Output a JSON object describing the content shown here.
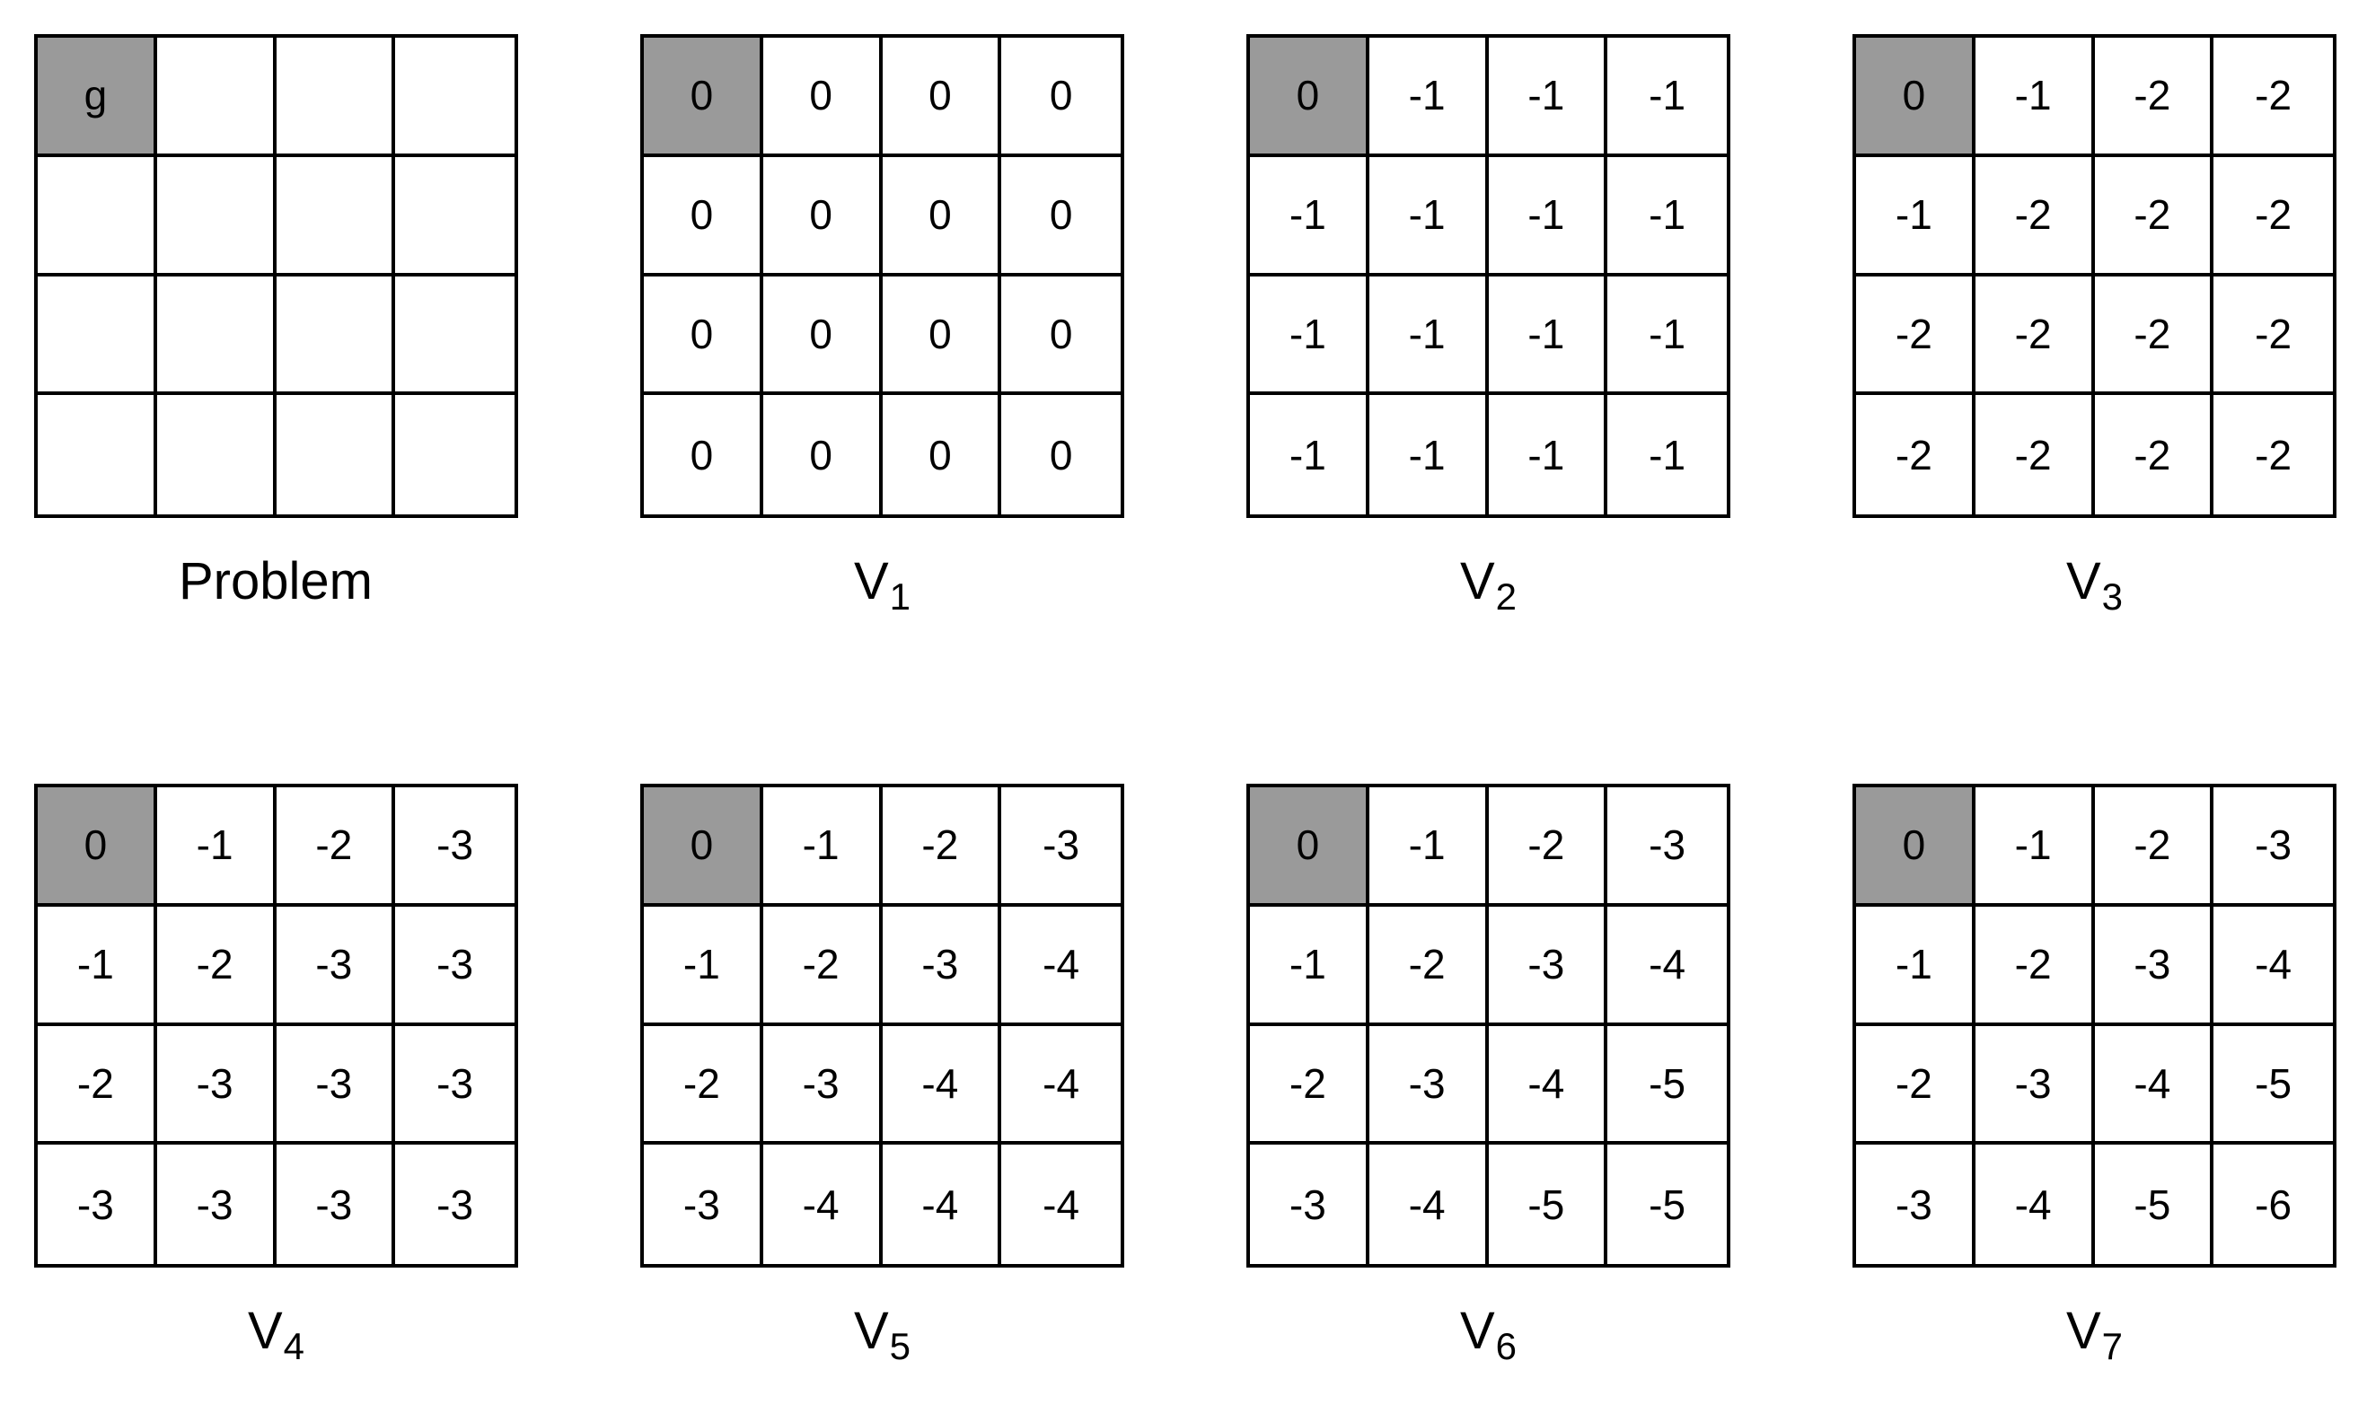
{
  "figure": {
    "colors": {
      "goal_cell": "#9a9a9a",
      "grid_line": "#000000",
      "background": "#ffffff",
      "text": "#000000"
    }
  },
  "grids": [
    {
      "name": "problem",
      "label": "Problem",
      "subscript": "",
      "goal_row": 0,
      "goal_col": 0,
      "cells": [
        [
          "g",
          "",
          "",
          ""
        ],
        [
          "",
          "",
          "",
          ""
        ],
        [
          "",
          "",
          "",
          ""
        ],
        [
          "",
          "",
          "",
          ""
        ]
      ]
    },
    {
      "name": "v1",
      "label": "V",
      "subscript": "1",
      "goal_row": 0,
      "goal_col": 0,
      "cells": [
        [
          "0",
          "0",
          "0",
          "0"
        ],
        [
          "0",
          "0",
          "0",
          "0"
        ],
        [
          "0",
          "0",
          "0",
          "0"
        ],
        [
          "0",
          "0",
          "0",
          "0"
        ]
      ]
    },
    {
      "name": "v2",
      "label": "V",
      "subscript": "2",
      "goal_row": 0,
      "goal_col": 0,
      "cells": [
        [
          "0",
          "-1",
          "-1",
          "-1"
        ],
        [
          "-1",
          "-1",
          "-1",
          "-1"
        ],
        [
          "-1",
          "-1",
          "-1",
          "-1"
        ],
        [
          "-1",
          "-1",
          "-1",
          "-1"
        ]
      ]
    },
    {
      "name": "v3",
      "label": "V",
      "subscript": "3",
      "goal_row": 0,
      "goal_col": 0,
      "cells": [
        [
          "0",
          "-1",
          "-2",
          "-2"
        ],
        [
          "-1",
          "-2",
          "-2",
          "-2"
        ],
        [
          "-2",
          "-2",
          "-2",
          "-2"
        ],
        [
          "-2",
          "-2",
          "-2",
          "-2"
        ]
      ]
    },
    {
      "name": "v4",
      "label": "V",
      "subscript": "4",
      "goal_row": 0,
      "goal_col": 0,
      "cells": [
        [
          "0",
          "-1",
          "-2",
          "-3"
        ],
        [
          "-1",
          "-2",
          "-3",
          "-3"
        ],
        [
          "-2",
          "-3",
          "-3",
          "-3"
        ],
        [
          "-3",
          "-3",
          "-3",
          "-3"
        ]
      ]
    },
    {
      "name": "v5",
      "label": "V",
      "subscript": "5",
      "goal_row": 0,
      "goal_col": 0,
      "cells": [
        [
          "0",
          "-1",
          "-2",
          "-3"
        ],
        [
          "-1",
          "-2",
          "-3",
          "-4"
        ],
        [
          "-2",
          "-3",
          "-4",
          "-4"
        ],
        [
          "-3",
          "-4",
          "-4",
          "-4"
        ]
      ]
    },
    {
      "name": "v6",
      "label": "V",
      "subscript": "6",
      "goal_row": 0,
      "goal_col": 0,
      "cells": [
        [
          "0",
          "-1",
          "-2",
          "-3"
        ],
        [
          "-1",
          "-2",
          "-3",
          "-4"
        ],
        [
          "-2",
          "-3",
          "-4",
          "-5"
        ],
        [
          "-3",
          "-4",
          "-5",
          "-5"
        ]
      ]
    },
    {
      "name": "v7",
      "label": "V",
      "subscript": "7",
      "goal_row": 0,
      "goal_col": 0,
      "cells": [
        [
          "0",
          "-1",
          "-2",
          "-3"
        ],
        [
          "-1",
          "-2",
          "-3",
          "-4"
        ],
        [
          "-2",
          "-3",
          "-4",
          "-5"
        ],
        [
          "-3",
          "-4",
          "-5",
          "-6"
        ]
      ]
    }
  ]
}
